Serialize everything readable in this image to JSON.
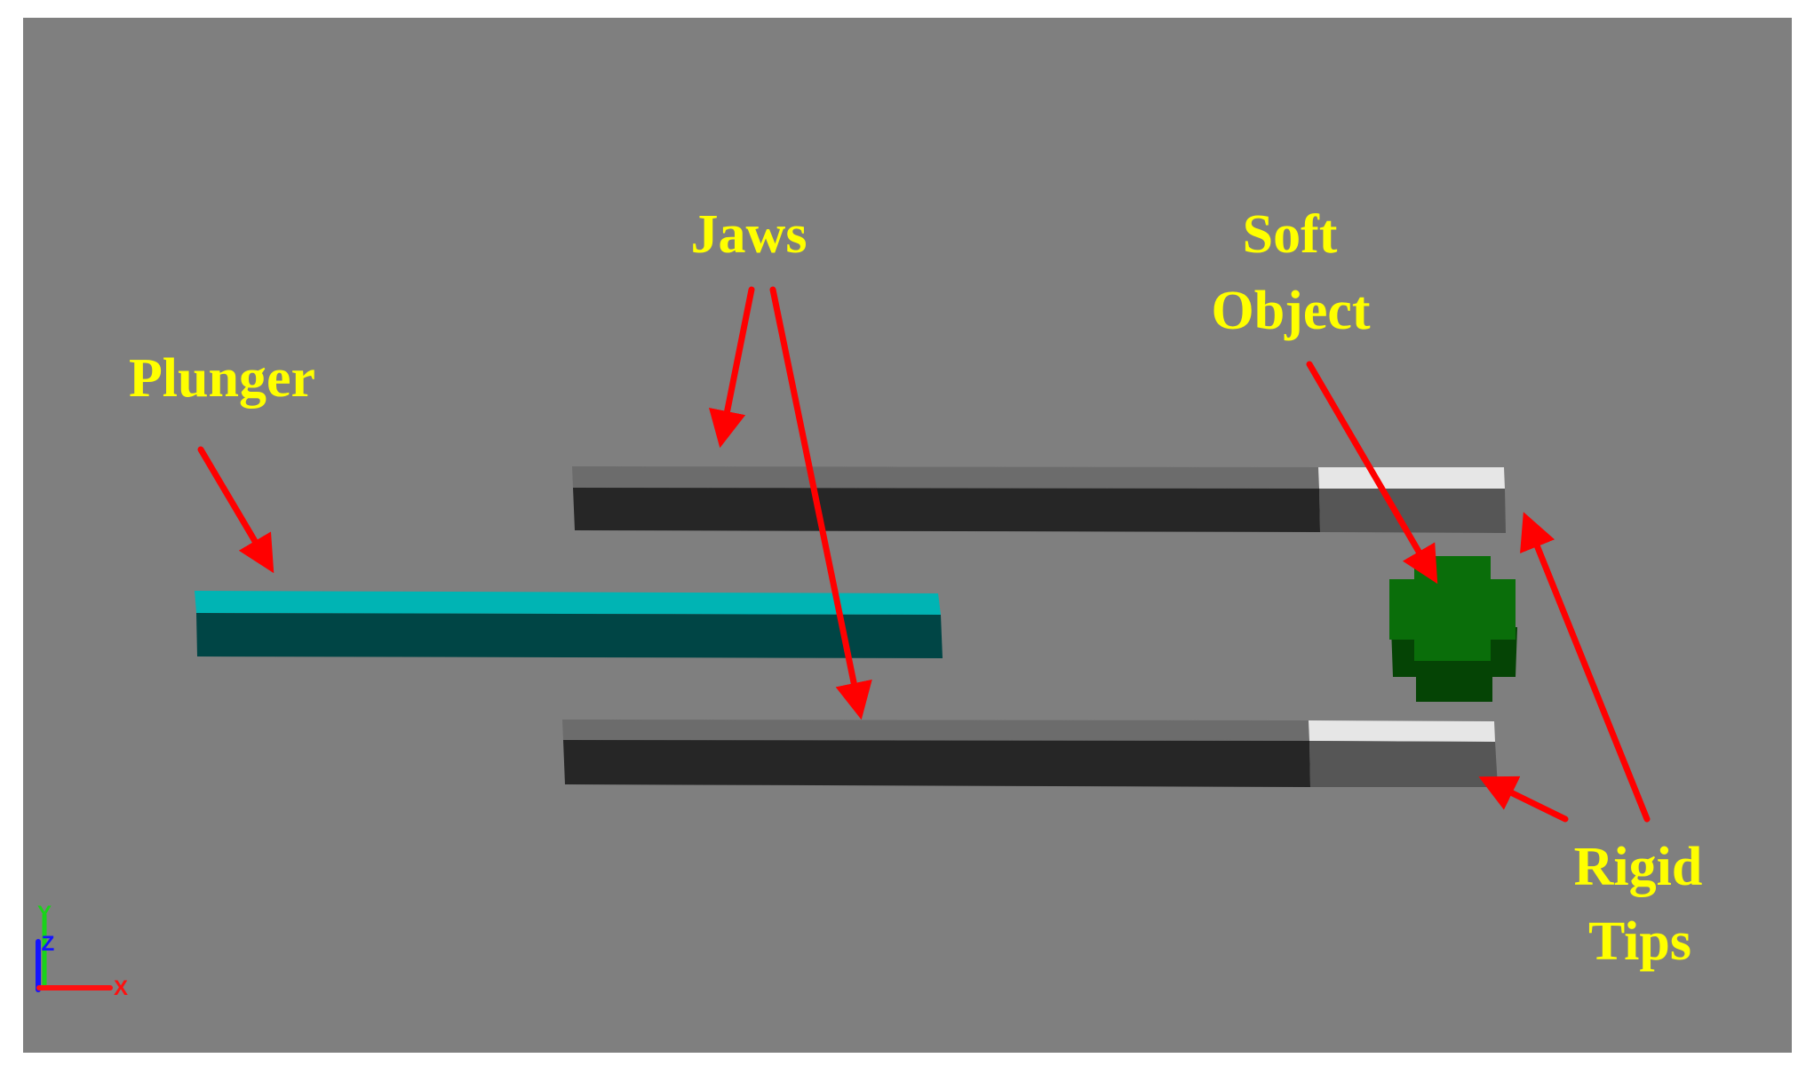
{
  "colors": {
    "background": "#7f7f7f",
    "label": "#ffff00",
    "arrow": "#ff0000",
    "plunger_top": "#00b4b4",
    "plunger_front": "#004545",
    "jaw_top": "#6c6c6c",
    "jaw_front": "#262626",
    "tip_top": "#e6e6e6",
    "tip_front": "#565656",
    "soft_object": "#0a6e0a",
    "soft_object_dark": "#054405",
    "axis_x": "#ff1010",
    "axis_y": "#19d419",
    "axis_z": "#1515ff"
  },
  "labels": {
    "jaws": "Jaws",
    "soft_object_line1": "Soft",
    "soft_object_line2": "Object",
    "plunger": "Plunger",
    "rigid_tips_line1": "Rigid",
    "rigid_tips_line2": "Tips"
  },
  "axes": {
    "x": "X",
    "y": "Y",
    "z": "Z"
  },
  "icons": {
    "axis_triad": "xyz-axis-triad-icon"
  }
}
